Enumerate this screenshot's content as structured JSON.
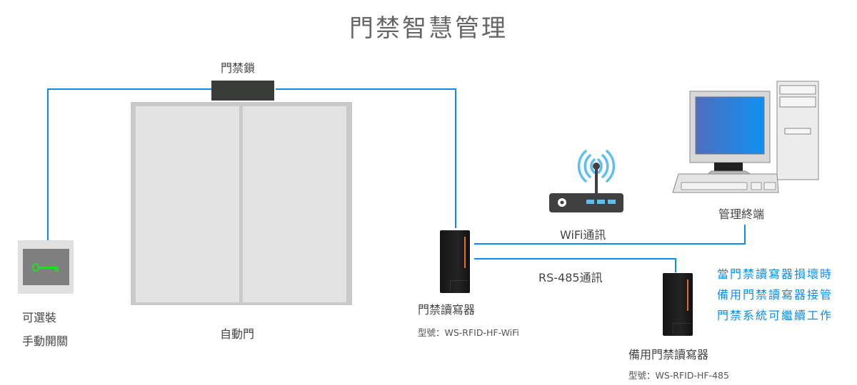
{
  "title": "門禁智慧管理",
  "lock": {
    "label": "門禁鎖",
    "icon": "door-lock-icon"
  },
  "door": {
    "label": "自動門",
    "icon": "double-door-icon"
  },
  "switch": {
    "label_line1": "可選裝",
    "label_line2": "手動開關",
    "icon": "key-icon",
    "key_color": "#22dd22"
  },
  "reader_main": {
    "label": "門禁讀寫器",
    "model": "型號：WS-RFID-HF-WiFi",
    "icon": "rfid-reader-icon"
  },
  "reader_backup": {
    "label": "備用門禁讀寫器",
    "model": "型號：WS-RFID-HF-485",
    "icon": "rfid-reader-icon"
  },
  "router": {
    "icon": "wifi-router-icon"
  },
  "terminal": {
    "label": "管理終端",
    "icon": "desktop-computer-icon"
  },
  "links": {
    "wifi": "WiFi通訊",
    "rs485": "RS-485通訊"
  },
  "note": {
    "line1": "當門禁讀寫器損壞時",
    "line2": "備用門禁讀寫器接管",
    "line3": "門禁系統可繼續工作"
  },
  "colors": {
    "wire": "#0a8cf0",
    "note": "#0a8cf0",
    "led": "#e07020"
  }
}
